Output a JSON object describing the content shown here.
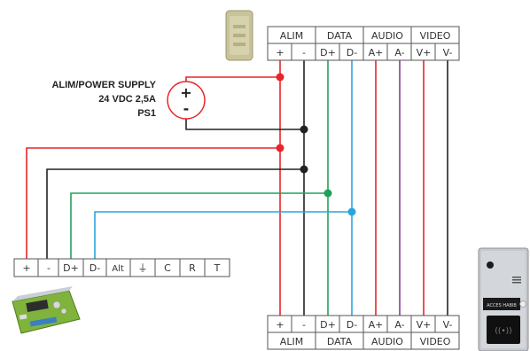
{
  "terminal_block": {
    "groups": [
      "ALIM",
      "DATA",
      "AUDIO",
      "VIDEO"
    ],
    "pins": [
      "+",
      "-",
      "D+",
      "D-",
      "A+",
      "A-",
      "V+",
      "V-"
    ]
  },
  "controller_block": {
    "pins": [
      "+",
      "-",
      "D+",
      "D-",
      "Alt",
      "⏚",
      "C",
      "R",
      "T"
    ]
  },
  "power_supply": {
    "line1": "ALIM/POWER SUPPLY",
    "line2": "24 VDC 2,5A",
    "line3": "PS1",
    "plus": "+",
    "minus": "-"
  },
  "panel": {
    "badge": "ACCES HABIB"
  },
  "colors": {
    "red": "#e8252a",
    "black": "#222222",
    "green": "#22a05a",
    "blue": "#2aa5dc",
    "purple": "#8e3a9c",
    "border": "#555555"
  }
}
